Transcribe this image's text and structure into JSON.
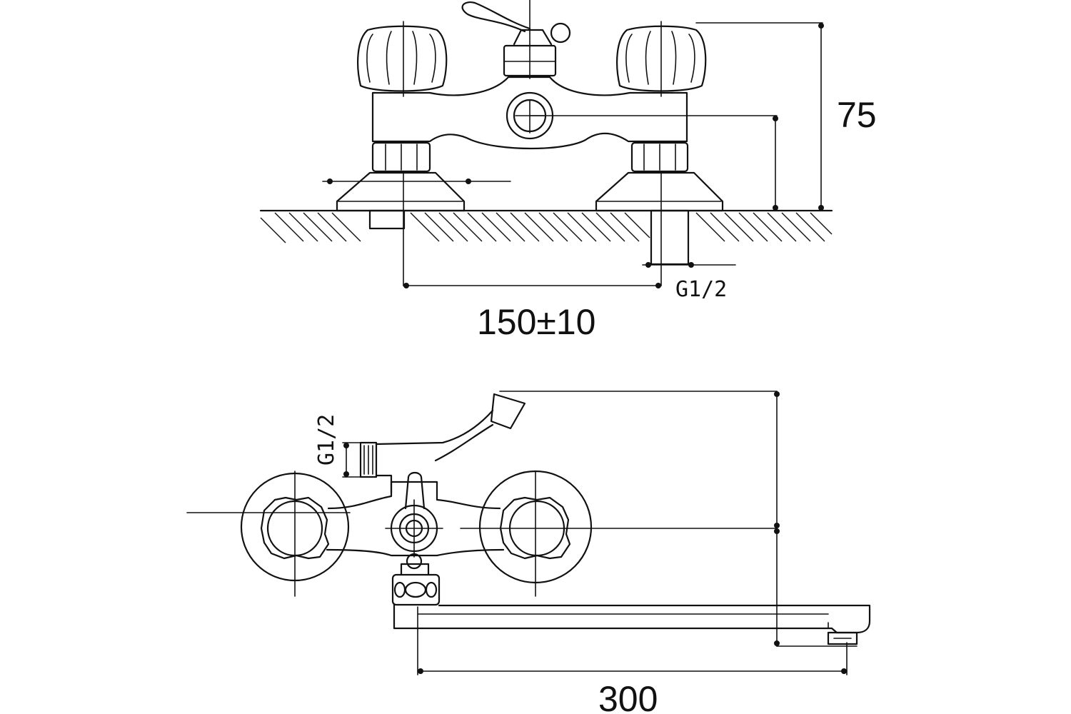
{
  "dimensions": {
    "height_top": "75",
    "spacing": "150±10",
    "thread_top": "G1/2",
    "thread_side": "G1/2",
    "spout_length": "300"
  }
}
